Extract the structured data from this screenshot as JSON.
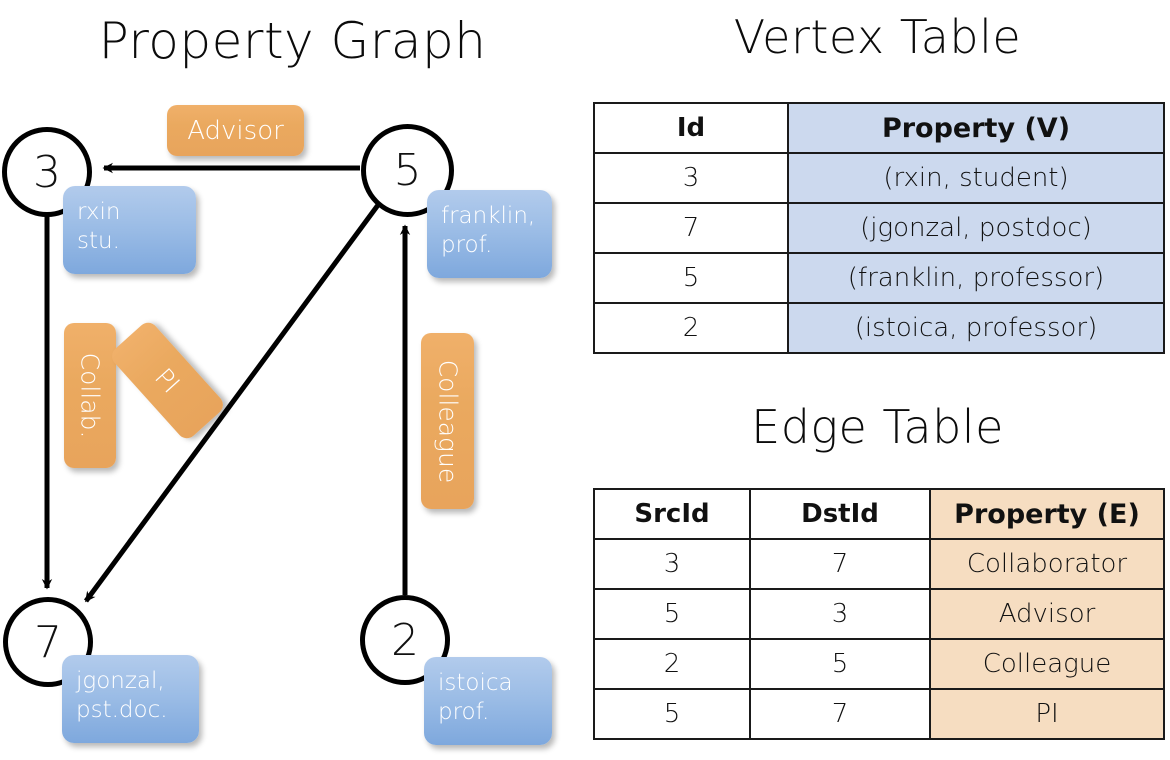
{
  "panels": {
    "graph_title": "Property Graph",
    "vertex_title": "Vertex Table",
    "edge_title": "Edge Table"
  },
  "graph": {
    "nodes": [
      {
        "id": "3",
        "property_lines": [
          "rxin",
          "stu."
        ]
      },
      {
        "id": "5",
        "property_lines": [
          "franklin,",
          "prof."
        ]
      },
      {
        "id": "7",
        "property_lines": [
          "jgonzal,",
          "pst.doc."
        ]
      },
      {
        "id": "2",
        "property_lines": [
          "istoica",
          "prof."
        ]
      }
    ],
    "edge_labels": [
      {
        "name": "advisor",
        "text": "Advisor"
      },
      {
        "name": "collab",
        "text": "Collab."
      },
      {
        "name": "pi",
        "text": "PI"
      },
      {
        "name": "colleague",
        "text": "Colleague"
      }
    ]
  },
  "vertex_table": {
    "headers": [
      "Id",
      "Property (V)"
    ],
    "rows": [
      {
        "id": "3",
        "property": "(rxin, student)"
      },
      {
        "id": "7",
        "property": "(jgonzal, postdoc)"
      },
      {
        "id": "5",
        "property": "(franklin, professor)"
      },
      {
        "id": "2",
        "property": "(istoica, professor)"
      }
    ]
  },
  "edge_table": {
    "headers": [
      "SrcId",
      "DstId",
      "Property (E)"
    ],
    "rows": [
      {
        "src": "3",
        "dst": "7",
        "property": "Collaborator"
      },
      {
        "src": "5",
        "dst": "3",
        "property": "Advisor"
      },
      {
        "src": "2",
        "dst": "5",
        "property": "Colleague"
      },
      {
        "src": "5",
        "dst": "7",
        "property": "PI"
      }
    ]
  },
  "colors": {
    "vertex_property_fill": "#ccd9ee",
    "edge_property_fill": "#f6ddc1",
    "node_box_blue": "#9cbde6",
    "edge_label_orange": "#eaa95f",
    "stroke": "#000000"
  }
}
